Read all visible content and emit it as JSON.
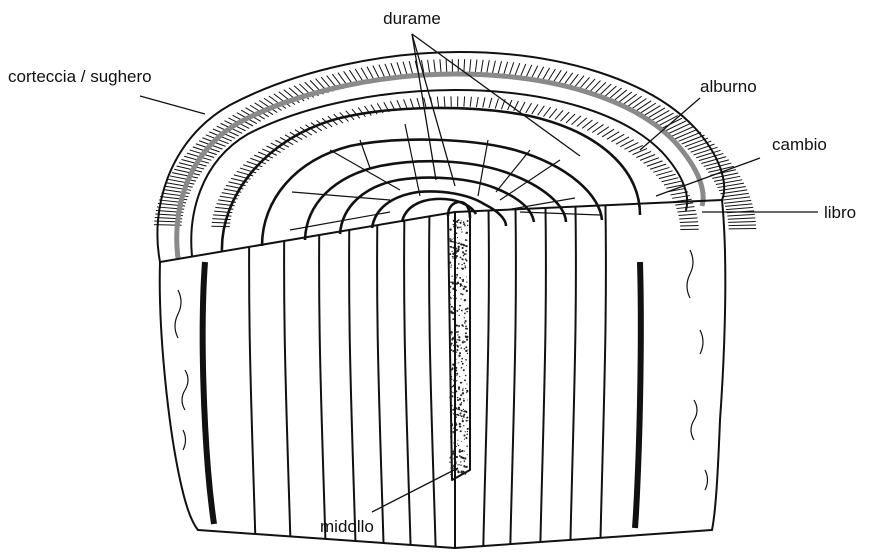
{
  "labels": {
    "durame": "durame",
    "corteccia": "corteccia / sughero",
    "alburno": "alburno",
    "cambio": "cambio",
    "libro": "libro",
    "midollo": "midollo"
  }
}
